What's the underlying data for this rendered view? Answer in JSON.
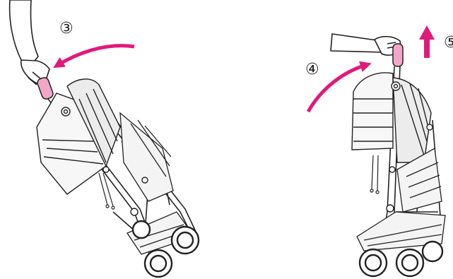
{
  "illustration": {
    "steps": [
      {
        "id": "step-3",
        "label": "③"
      },
      {
        "id": "step-4",
        "label": "④"
      },
      {
        "id": "step-5",
        "label": "⑤"
      }
    ],
    "colors": {
      "accent": "#e2197b",
      "handle": "#f2a7c9",
      "line": "#222222",
      "fill": "#ffffff",
      "canopy_shade": "#f0f0f0"
    },
    "icons": [
      "hand-icon",
      "curved-arrow-icon",
      "up-arrow-icon",
      "stroller-icon"
    ]
  }
}
